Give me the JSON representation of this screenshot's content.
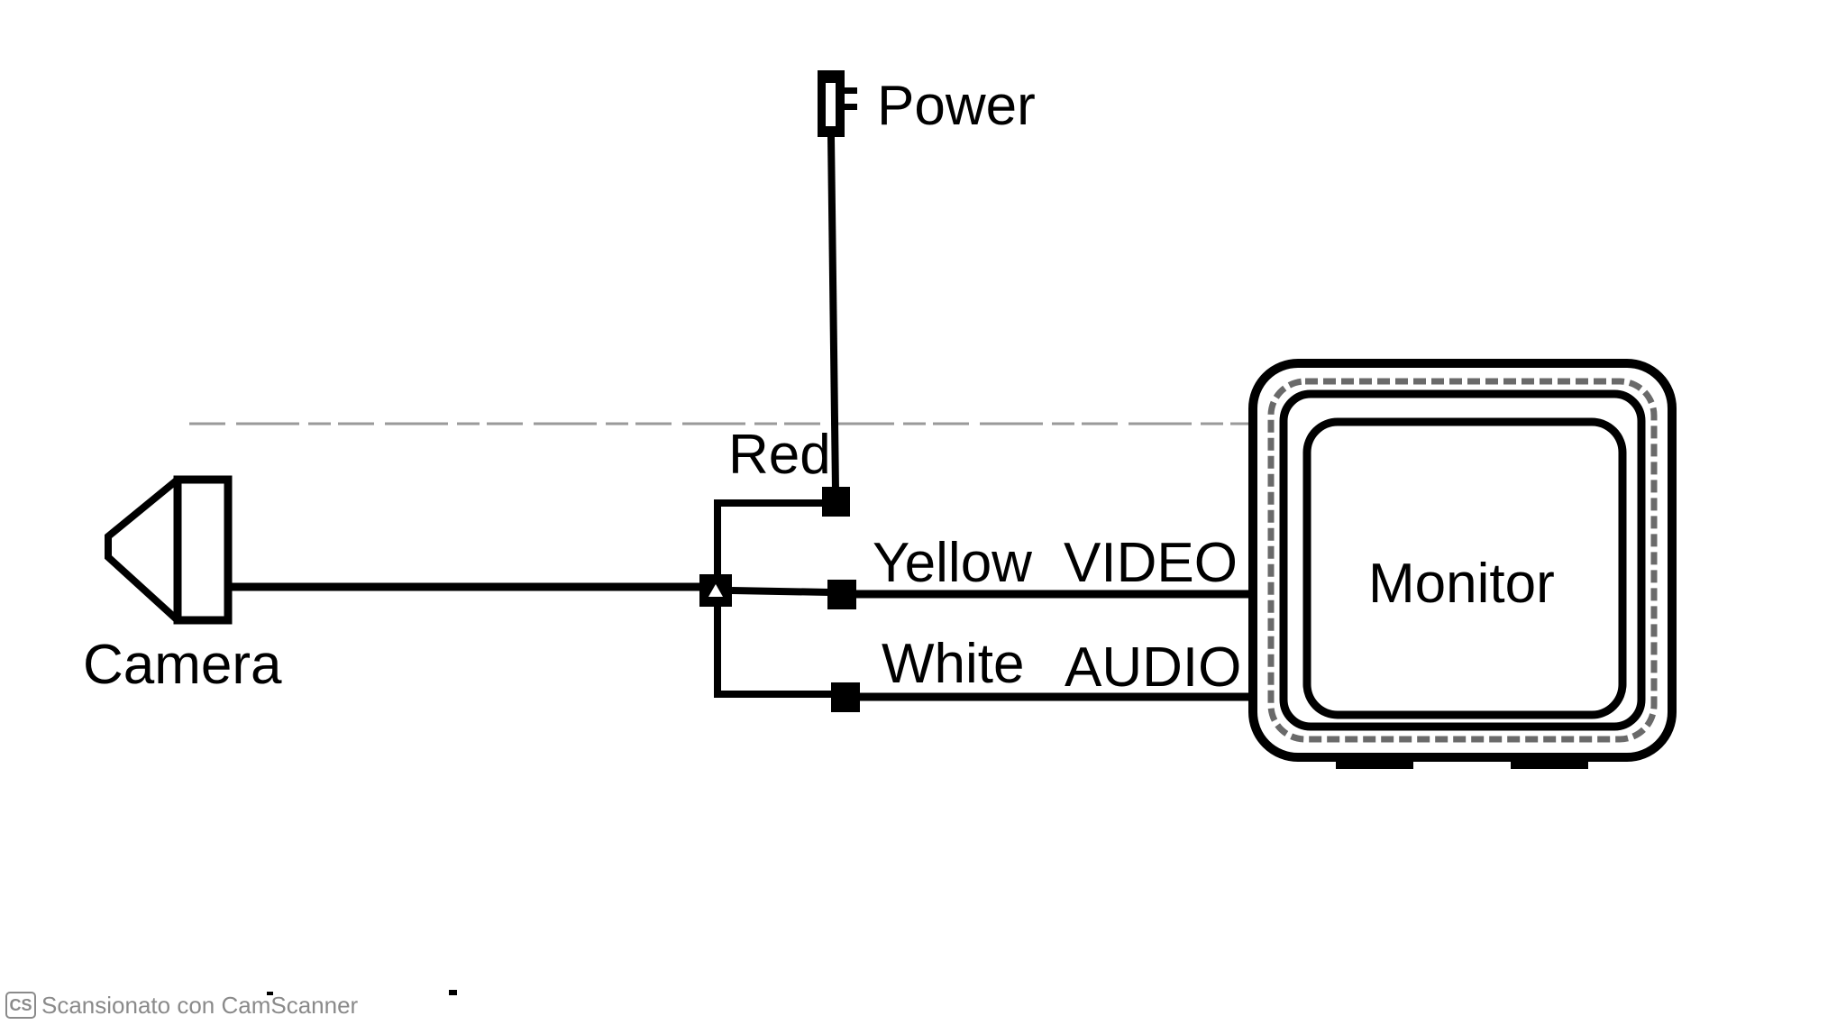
{
  "diagram": {
    "labels": {
      "power": "Power",
      "red": "Red",
      "yellow": "Yellow",
      "video": "VIDEO",
      "white": "White",
      "audio": "AUDIO",
      "camera": "Camera",
      "monitor": "Monitor"
    }
  },
  "footer": {
    "logo": "CS",
    "text": "Scansionato con CamScanner"
  },
  "colors": {
    "ink": "#000000",
    "watermark": "#8a8a8a"
  }
}
